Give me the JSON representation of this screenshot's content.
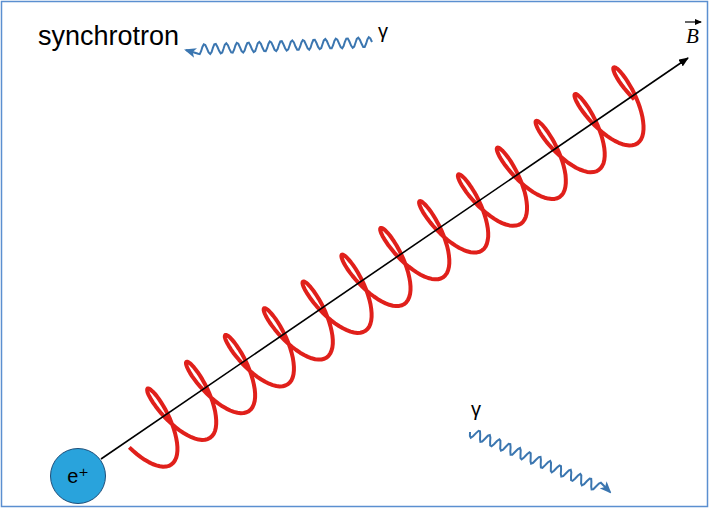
{
  "diagram": {
    "title": "synchrotron",
    "nodes": [
      {
        "text": [
          "e⁺"
        ]
      }
    ],
    "labels": [
      "B",
      "γ",
      "γ"
    ]
  }
}
